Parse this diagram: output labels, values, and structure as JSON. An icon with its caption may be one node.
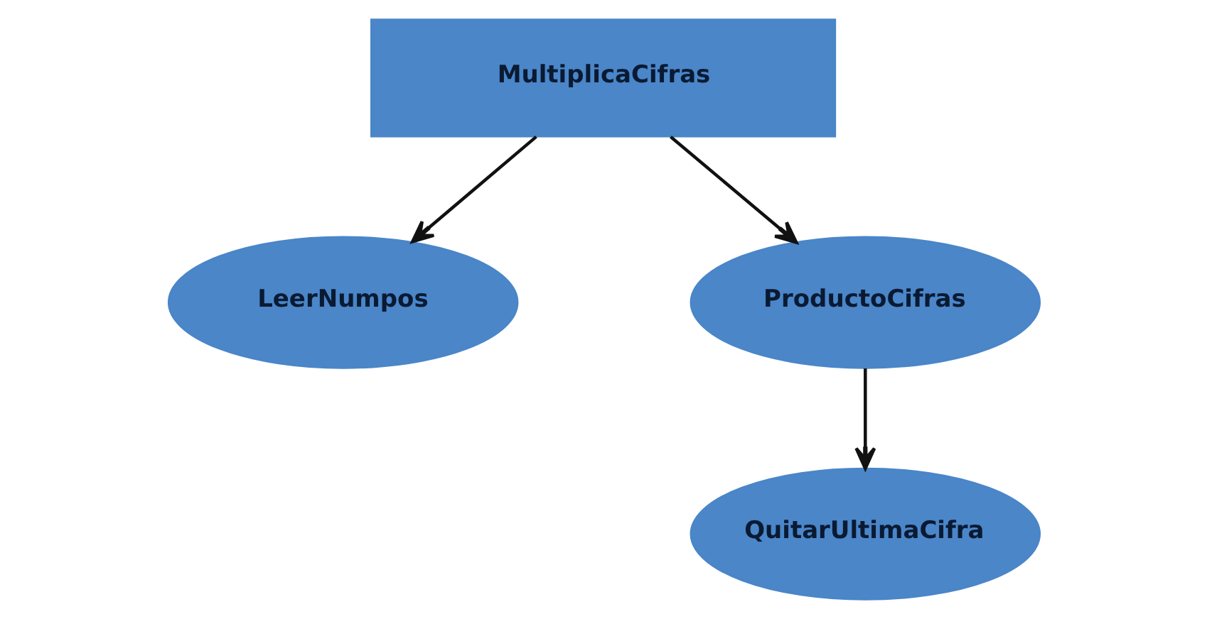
{
  "diagram": {
    "nodes": [
      {
        "text": [
          "MultiplicaCifras"
        ]
      },
      {
        "text": [
          "LeerNumpos"
        ]
      },
      {
        "text": [
          "ProductoCifras"
        ]
      },
      {
        "text": [
          "QuitarUltimaCifra"
        ]
      }
    ],
    "edges": [
      {
        "from": 0,
        "to": 1,
        "arrow": "to"
      },
      {
        "from": 0,
        "to": 2,
        "arrow": "to"
      },
      {
        "from": 2,
        "to": 3,
        "arrow": "to"
      }
    ]
  }
}
